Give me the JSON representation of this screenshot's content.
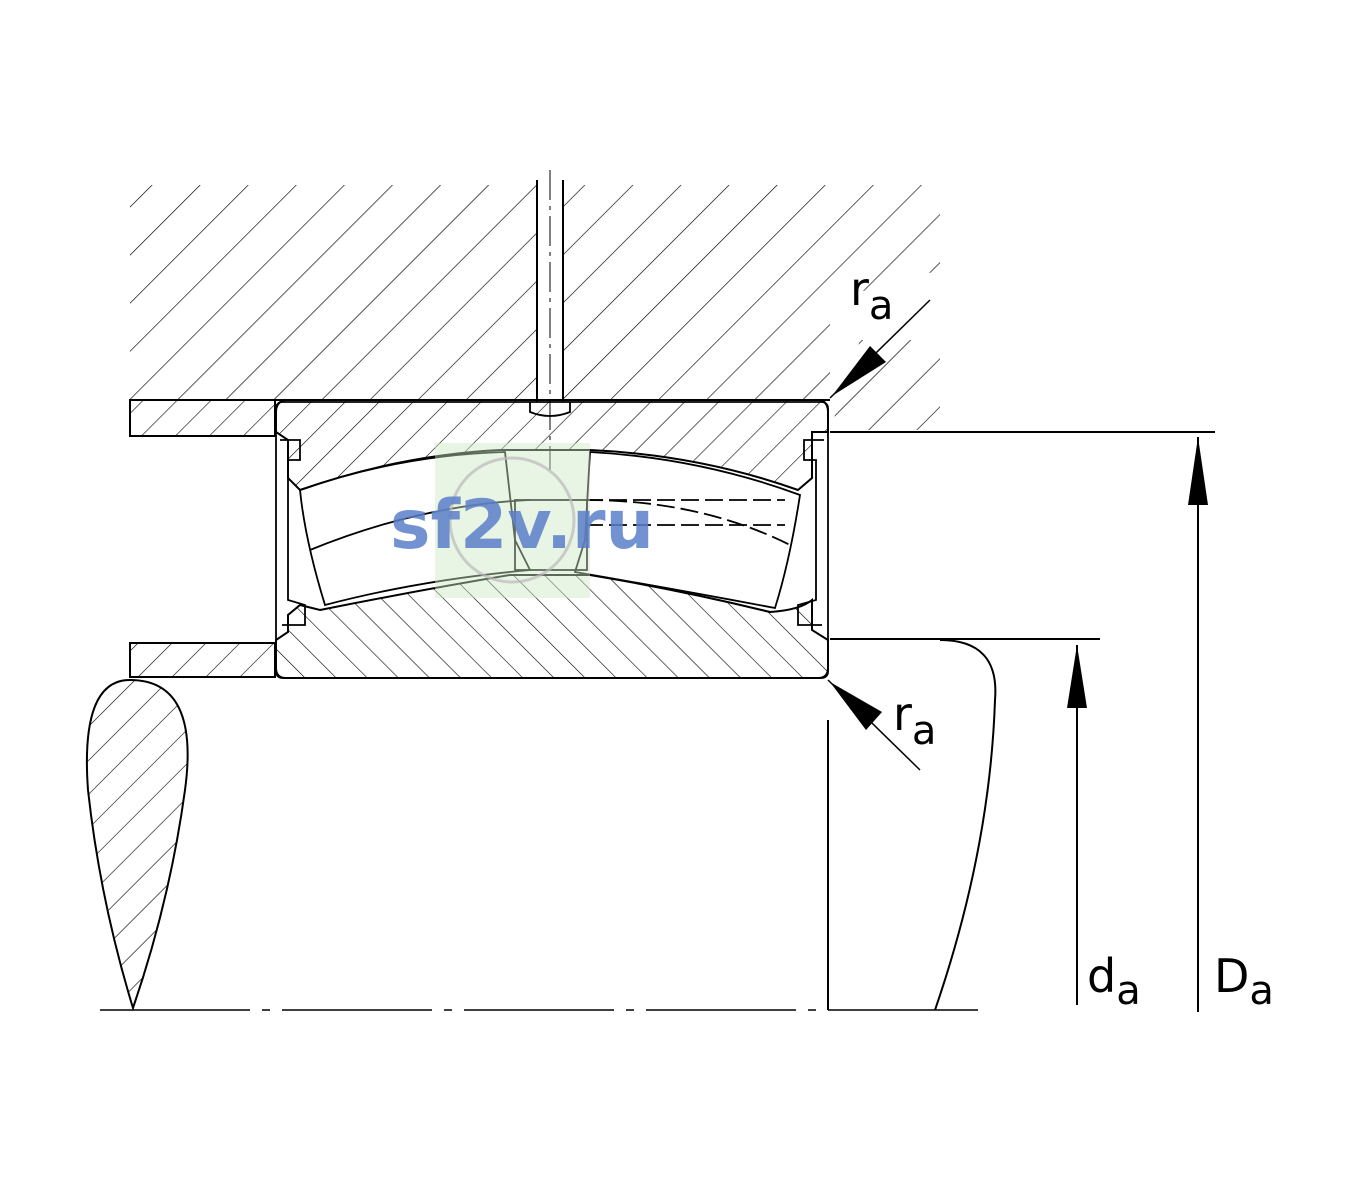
{
  "labels": {
    "ra_top": {
      "main": "r",
      "sub": "a"
    },
    "ra_bottom": {
      "main": "r",
      "sub": "a"
    },
    "da": {
      "main": "d",
      "sub": "a"
    },
    "Da": {
      "main": "D",
      "sub": "a"
    }
  },
  "watermark": "sf2v.ru",
  "colors": {
    "line": "#000000",
    "watermark_text": "#5b7fc9",
    "watermark_bg": "#cfe8c4"
  }
}
